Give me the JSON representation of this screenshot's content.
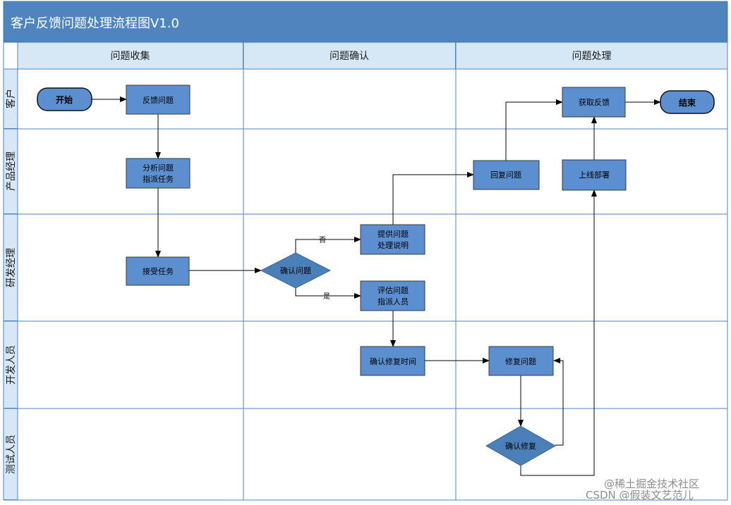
{
  "title": "客户反馈问题处理流程图V1.0",
  "columns": [
    "问题收集",
    "问题确认",
    "问题处理"
  ],
  "lanes": [
    "客户",
    "产品经理",
    "研发经理",
    "开发人员",
    "测试人员"
  ],
  "nodes": {
    "start": "开始",
    "feedback": "反馈问题",
    "analyze_line1": "分析问题",
    "analyze_line2": "指派任务",
    "accept": "接受任务",
    "confirm_issue": "确认问题",
    "provide_line1": "提供问题",
    "provide_line2": "处理说明",
    "evaluate_line1": "评估问题",
    "evaluate_line2": "指派人员",
    "confirm_time": "确认修复时间",
    "reply": "回复问题",
    "deploy": "上线部署",
    "get_feedback": "获取反馈",
    "end": "结束",
    "fix": "修复问题",
    "confirm_fix": "确认修复"
  },
  "edge_labels": {
    "no": "否",
    "yes": "是"
  },
  "watermark": {
    "line1": "@稀土掘金技术社区",
    "line2": "CSDN @假装文艺范儿"
  },
  "colors": {
    "title_bg": "#4f85bf",
    "header_bg": "#d6e7f6",
    "box_fill": "#5b8fd0",
    "diamond_fill": "#4a7fb8",
    "grid": "#4f85bf"
  }
}
